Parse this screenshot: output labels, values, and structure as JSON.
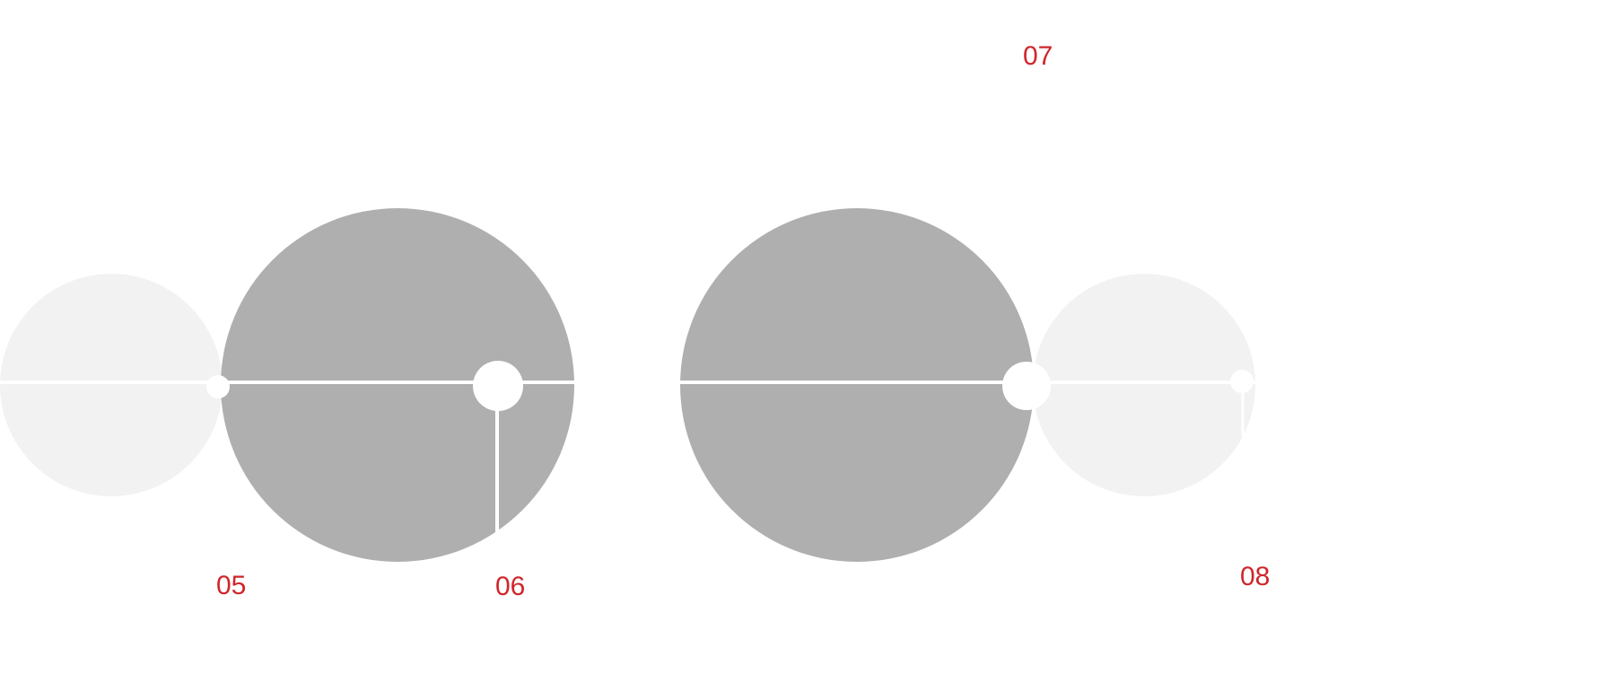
{
  "colors": {
    "background": "#ffffff",
    "disc_dark": "#afafaf",
    "disc_light": "#f2f2f2",
    "line": "#ffffff",
    "label": "#d0262b"
  },
  "labels": {
    "l05": "05",
    "l06": "06",
    "l07": "07",
    "l08": "08"
  }
}
